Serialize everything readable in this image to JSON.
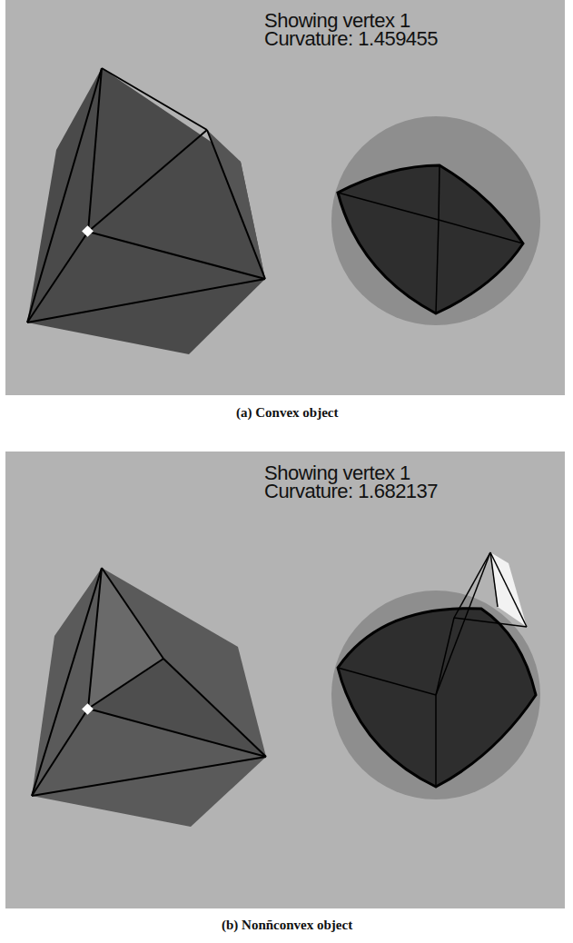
{
  "diagram": {
    "labels": [
      "Showing vertex 1",
      "Curvature: 1.459455",
      "(a) Convex object",
      "Showing vertex 1",
      "Curvature: 1.682137",
      "(b) Nonñconvex object"
    ]
  }
}
